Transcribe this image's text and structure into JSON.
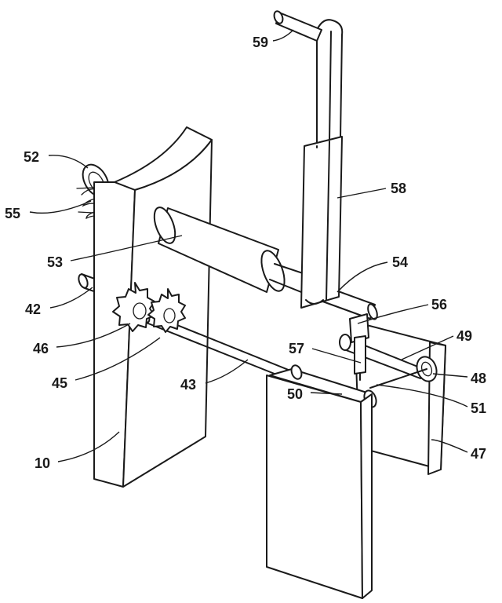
{
  "labels": {
    "n59": "59",
    "n52": "52",
    "n58": "58",
    "n55": "55",
    "n53": "53",
    "n54": "54",
    "n42": "42",
    "n56": "56",
    "n49": "49",
    "n46": "46",
    "n57": "57",
    "n48": "48",
    "n45": "45",
    "n43": "43",
    "n50": "50",
    "n51": "51",
    "n10": "10",
    "n47": "47"
  },
  "colors": {
    "line": "#1a1a1a",
    "background": "#ffffff"
  }
}
